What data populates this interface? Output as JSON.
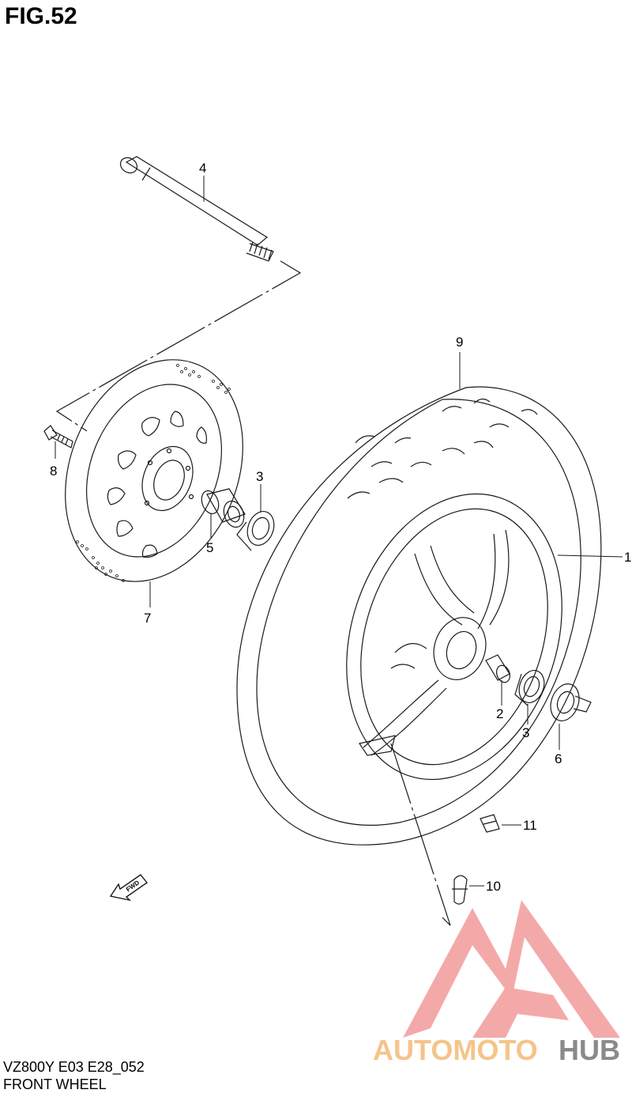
{
  "figure": {
    "title": "FIG.52"
  },
  "callouts": {
    "c1": "1",
    "c2": "2",
    "c3a": "3",
    "c3b": "3",
    "c4": "4",
    "c5": "5",
    "c6": "6",
    "c7": "7",
    "c8": "8",
    "c9": "9",
    "c10": "10",
    "c11": "11"
  },
  "fwd_label": "FWD",
  "footer": {
    "model_code": "VZ800Y E03 E28_052",
    "section_name": "FRONT WHEEL"
  },
  "watermark": {
    "part1": "AUTOMOTO",
    "part2": "HUB",
    "color1": "#f5c48a",
    "color2": "#8a8a8a",
    "logo_color": "#f39b9b"
  },
  "colors": {
    "line": "#1a1a1a",
    "background": "#ffffff"
  }
}
